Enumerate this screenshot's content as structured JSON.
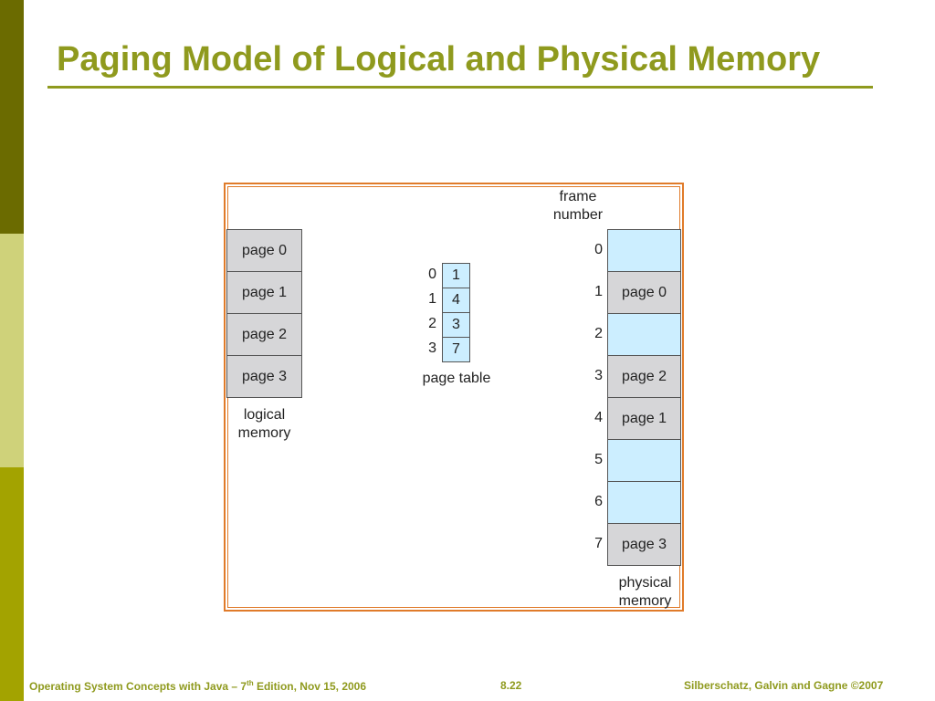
{
  "slide": {
    "title": "Paging Model of Logical and Physical Memory"
  },
  "diagram": {
    "frame_number_label_line1": "frame",
    "frame_number_label_line2": "number",
    "logical_memory": {
      "pages": [
        "page 0",
        "page 1",
        "page 2",
        "page 3"
      ],
      "label_line1": "logical",
      "label_line2": "memory"
    },
    "page_table": {
      "indices": [
        "0",
        "1",
        "2",
        "3"
      ],
      "frames": [
        "1",
        "4",
        "3",
        "7"
      ],
      "label": "page table"
    },
    "physical_memory": {
      "frame_numbers": [
        "0",
        "1",
        "2",
        "3",
        "4",
        "5",
        "6",
        "7"
      ],
      "contents": [
        "",
        "page 0",
        "",
        "page 2",
        "page 1",
        "",
        "",
        "page 3"
      ],
      "label_line1": "physical",
      "label_line2": "memory"
    }
  },
  "footer": {
    "left_prefix": "Operating System Concepts with Java – 7",
    "left_sup": "th",
    "left_suffix": " Edition, Nov 15, 2006",
    "center": "8.22",
    "right": "Silberschatz, Galvin and Gagne ©2007"
  },
  "colors": {
    "title": "#8f9a1e",
    "frame_border": "#e07b2a",
    "occupied_cell": "#d6d6d8",
    "free_cell": "#cceeff"
  }
}
